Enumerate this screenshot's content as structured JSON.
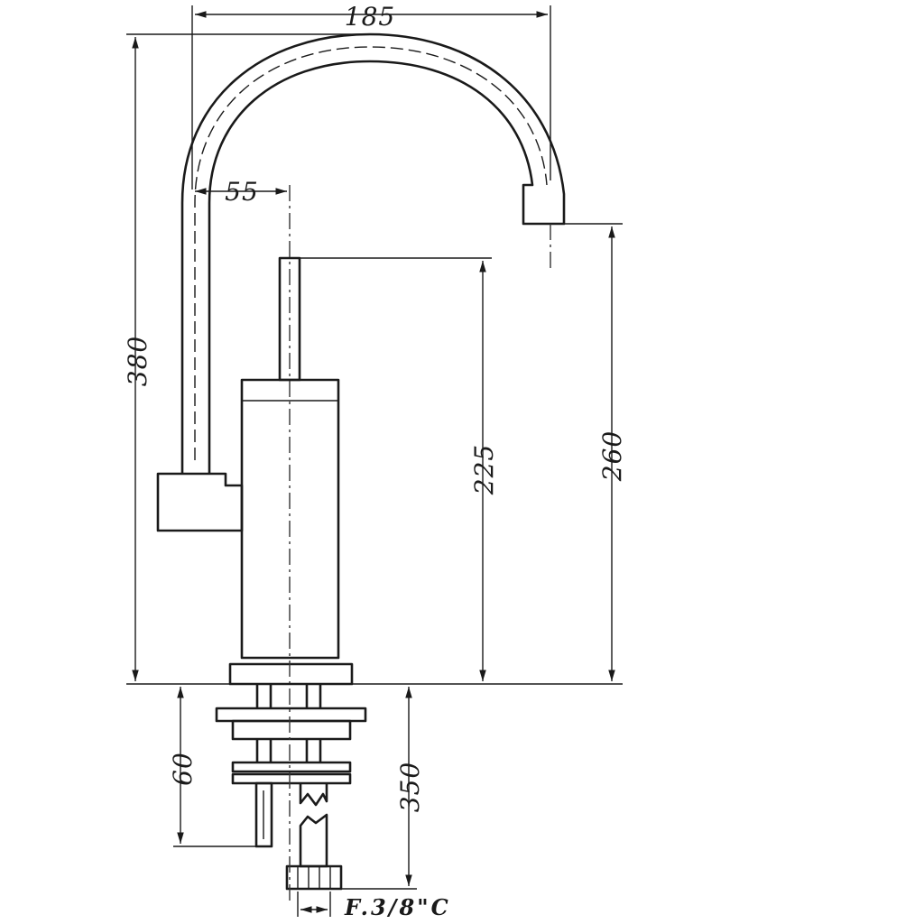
{
  "drawing": {
    "subject": "faucet-technical-drawing",
    "dimensions": {
      "spout_reach": "185",
      "spout_offset": "55",
      "total_height": "380",
      "lever_height": "225",
      "spout_outlet_height": "260",
      "mount_depth": "60",
      "hose_length": "350"
    },
    "connection_thread": "F.3/8\"C"
  }
}
